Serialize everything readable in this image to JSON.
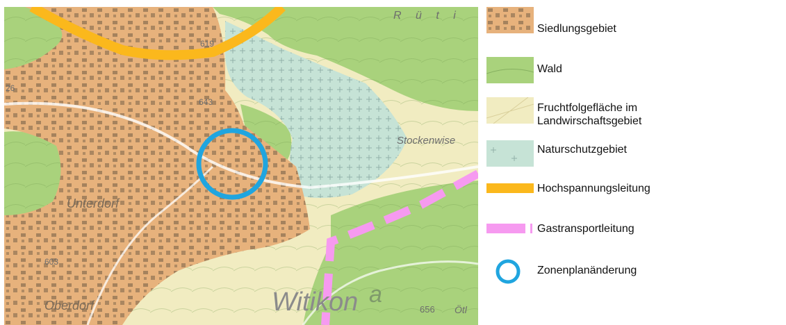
{
  "map": {
    "place_labels": {
      "ruti": "R ü t i",
      "stockenwise": "Stockenwise",
      "unterdorf": "Unterdorf",
      "oberdorf": "Oberdorf",
      "witikon": "Witikon",
      "otl": "Ötl",
      "a": "a"
    },
    "elevation_labels": {
      "e619": "619",
      "e643": "643",
      "e603": "603",
      "e656": "656",
      "e26": "26"
    }
  },
  "legend": {
    "settlement": "Siedlungsgebiet",
    "forest": "Wald",
    "crop_rotation": "Fruchtfolgefläche im\nLandwirschaftsgebiet",
    "nature_reserve": "Naturschutzgebiet",
    "power_line": "Hochspannungsleitung",
    "gas_pipeline": "Gastransportleitung",
    "zoning_change": "Zonenplanänderung"
  },
  "colors": {
    "settlement": "#e7b27c",
    "forest": "#a9d27c",
    "crop_rotation": "#f1ecc1",
    "nature_reserve": "#c6e3d6",
    "power_line": "#fbb81c",
    "gas_pipeline": "#f69af0",
    "zoning_change": "#20a5df"
  }
}
